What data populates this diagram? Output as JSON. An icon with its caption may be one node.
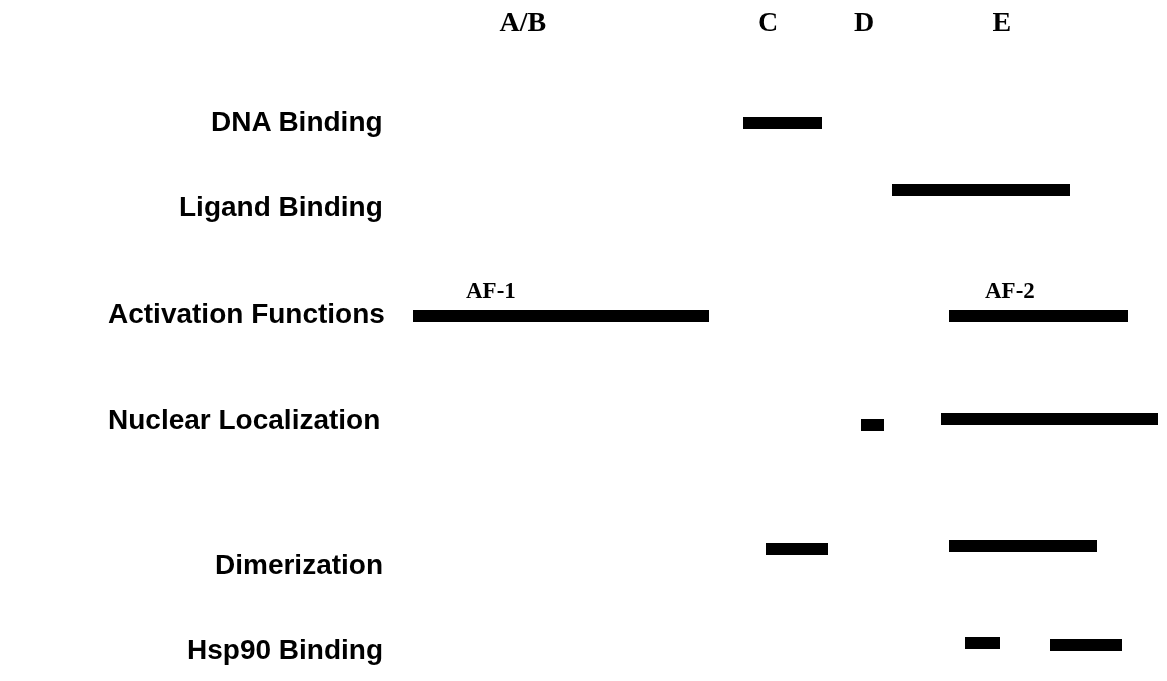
{
  "diagram": {
    "labels": [
      "A/B",
      "C",
      "D",
      "E",
      "DNA Binding",
      "Ligand Binding",
      "AF-1",
      "AF-2",
      "Activation Functions",
      "Nuclear Localization",
      "Dimerization",
      "Hsp90 Binding"
    ]
  }
}
